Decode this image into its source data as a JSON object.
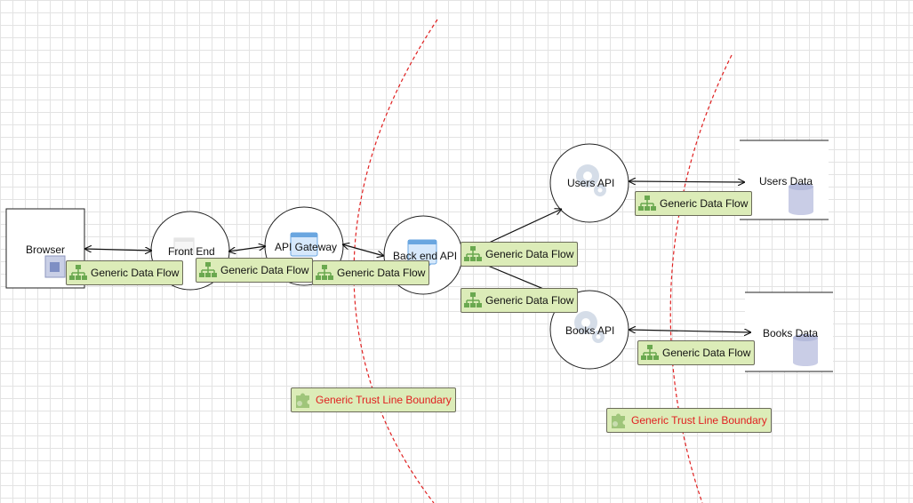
{
  "nodes": {
    "browser": "Browser",
    "front_end": "Front End",
    "api_gateway": "API Gateway",
    "back_end_api": "Back end API",
    "users_api": "Users API",
    "books_api": "Books API",
    "users_data": "Users Data",
    "books_data": "Books Data"
  },
  "flows": {
    "f1": "Generic Data Flow",
    "f2": "Generic Data Flow",
    "f3": "Generic Data Flow",
    "f4": "Generic Data Flow",
    "f5": "Generic Data Flow",
    "f6": "Generic Data Flow",
    "f7": "Generic Data Flow"
  },
  "boundaries": {
    "b1": "Generic Trust Line Boundary",
    "b2": "Generic Trust Line Boundary"
  },
  "icons": {
    "data_flow": "data-flow-icon",
    "trust_boundary": "puzzle-icon",
    "process": "gear-icon",
    "web_app": "web-window-icon",
    "data_store": "database-icon"
  },
  "colors": {
    "boundary_line": "#e02020",
    "flow_label_bg": "#dcecb8",
    "connector": "#111111"
  }
}
